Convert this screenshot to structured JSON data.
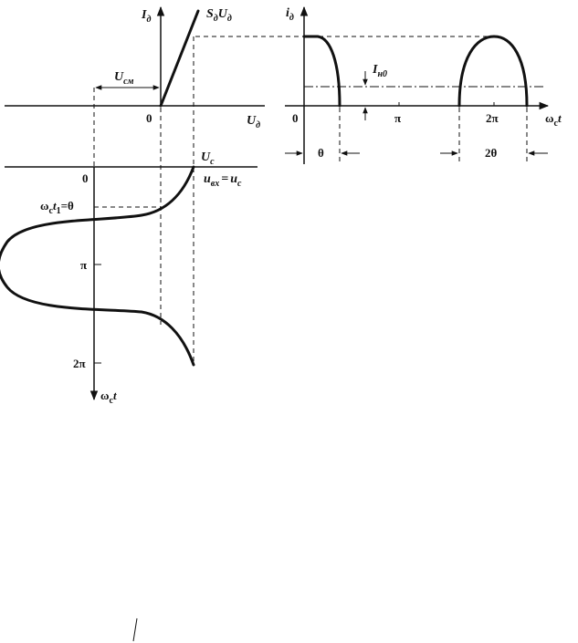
{
  "labels": {
    "id_axis_main": "I",
    "id_axis_sub": "д",
    "sd_s": "S",
    "sd_sub": "д",
    "sd_u": "U",
    "sd_u_sub": "д",
    "ucm_main": "U",
    "ucm_sub": "см",
    "zero_left": "0",
    "ud_main": "U",
    "ud_sub": "д",
    "uc_main": "U",
    "uc_sub": "c",
    "zero_lower": "0",
    "uvx_main": "u",
    "uvx_sub": "вх",
    "uvx_eq": "=",
    "uvx_rhs": "u",
    "uvx_rhs_sub": "c",
    "wt1_omega": "ω",
    "wt1_sub": "c",
    "wt1_t": "t",
    "wt1_one": "1",
    "wt1_eq": "=θ",
    "pi_left": "π",
    "two_pi_left": "2π",
    "wt_bottom_omega": "ω",
    "wt_bottom_sub": "c",
    "wt_bottom_t": "t",
    "id_right_main": "i",
    "id_right_sub": "д",
    "ih0_main": "I",
    "ih0_sub": "н0",
    "zero_right": "0",
    "pi_right": "π",
    "two_pi_right": "2π",
    "wt_right_omega": "ω",
    "wt_right_sub": "c",
    "wt_right_t": "t",
    "theta": "θ",
    "two_theta": "2θ"
  }
}
